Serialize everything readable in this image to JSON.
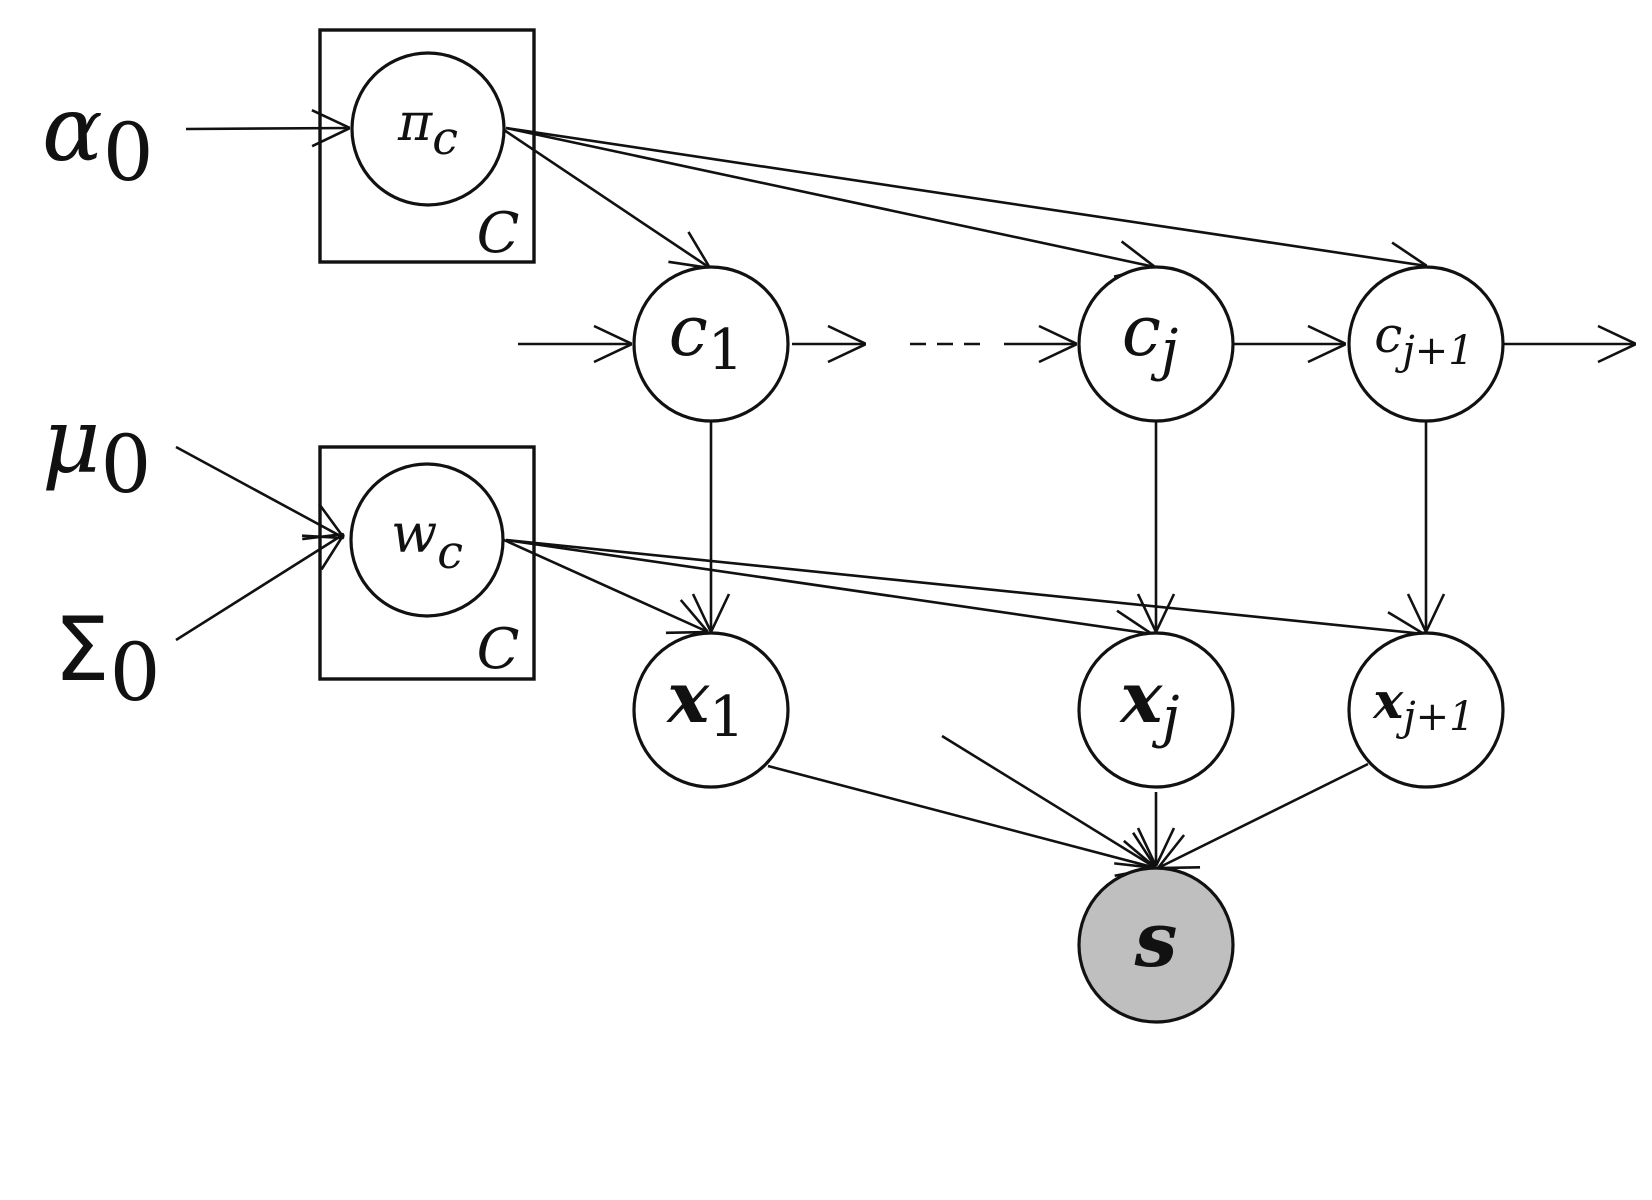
{
  "diagram": {
    "hyperparameters": {
      "alpha": {
        "base": "α",
        "sub": "0"
      },
      "mu": {
        "base": "μ",
        "sub": "0"
      },
      "sigma": {
        "base": "Σ",
        "sub": "0"
      }
    },
    "plates": {
      "pi_plate_label": "C",
      "w_plate_label": "C"
    },
    "nodes": {
      "pi_c": {
        "base": "π",
        "sub": "c"
      },
      "w_c": {
        "base": "w",
        "sub": "c"
      },
      "c_1": {
        "base": "c",
        "sub": "1"
      },
      "c_j": {
        "base": "c",
        "sub": "j"
      },
      "c_j1": {
        "base": "c",
        "sub": "j+1"
      },
      "x_1": {
        "base": "x",
        "sub": "1"
      },
      "x_j": {
        "base": "x",
        "sub": "j"
      },
      "x_j1": {
        "base": "x",
        "sub": "j+1"
      },
      "s": {
        "base": "s",
        "observed": true
      }
    },
    "colors": {
      "stroke": "#111111",
      "observed_fill": "#bfbfbf",
      "background": "#ffffff"
    }
  }
}
